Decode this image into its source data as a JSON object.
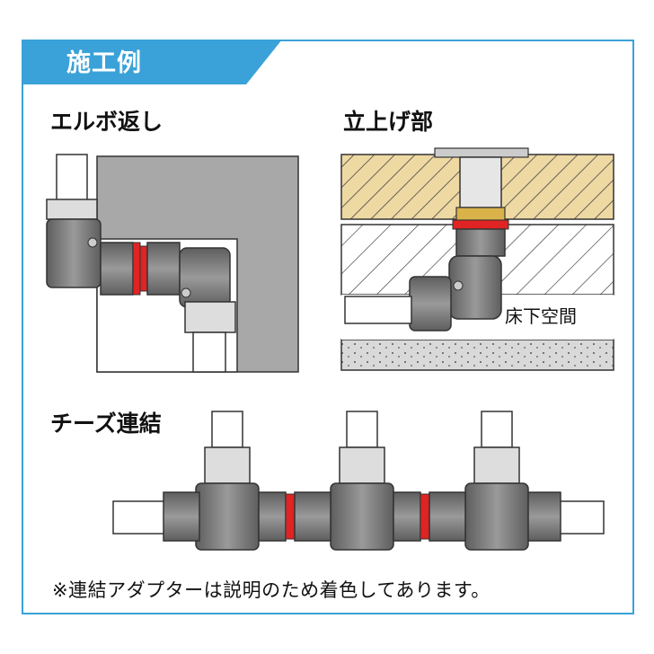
{
  "tab": {
    "label": "施工例"
  },
  "sections": {
    "elbow": {
      "title": "エルボ返し"
    },
    "riser": {
      "title": "立上げ部",
      "callout": "床下空間"
    },
    "tee": {
      "title": "チーズ連結"
    }
  },
  "note": "※連結アダプターは説明のため着色してあります。",
  "colors": {
    "frame": "#3aa2d8",
    "adapter_ring": "#e02323",
    "wood": "#efd9a3",
    "concrete": "#d9d9d9",
    "wall": "#a8a8a8",
    "fitting": "#808080"
  }
}
